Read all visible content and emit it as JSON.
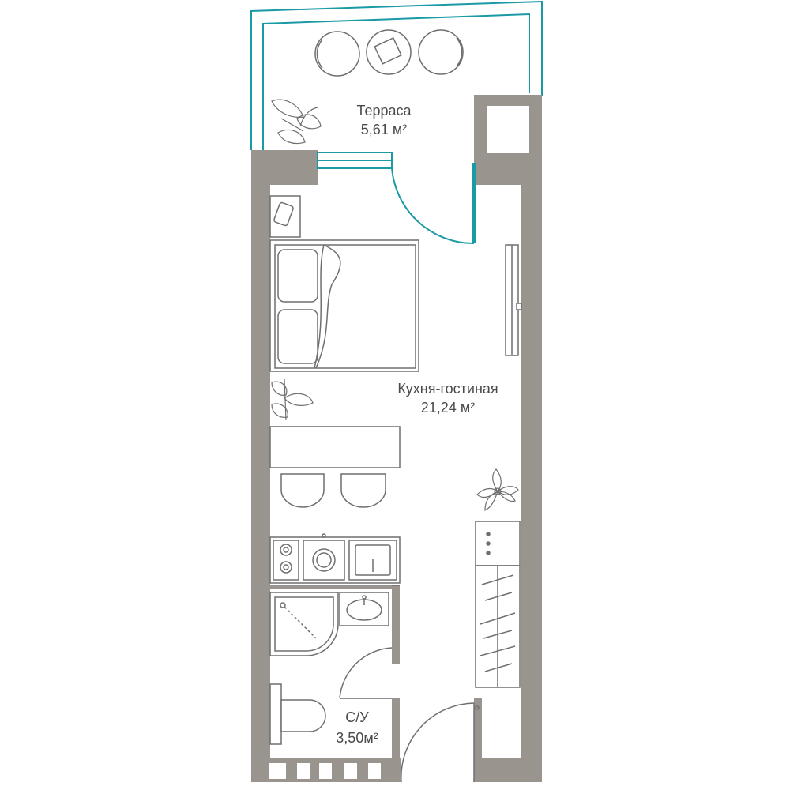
{
  "rooms": {
    "terrace": {
      "name": "Терраса",
      "area": "5,61 м²"
    },
    "kitchen_living": {
      "name": "Кухня-гостиная",
      "area": "21,24 м²"
    },
    "bathroom": {
      "name": "С/У",
      "area": "3,50м²"
    }
  },
  "colors": {
    "wall": "#9a948f",
    "teal": "#1a9aa5",
    "line": "#6f6f6f",
    "background": "#ffffff"
  }
}
